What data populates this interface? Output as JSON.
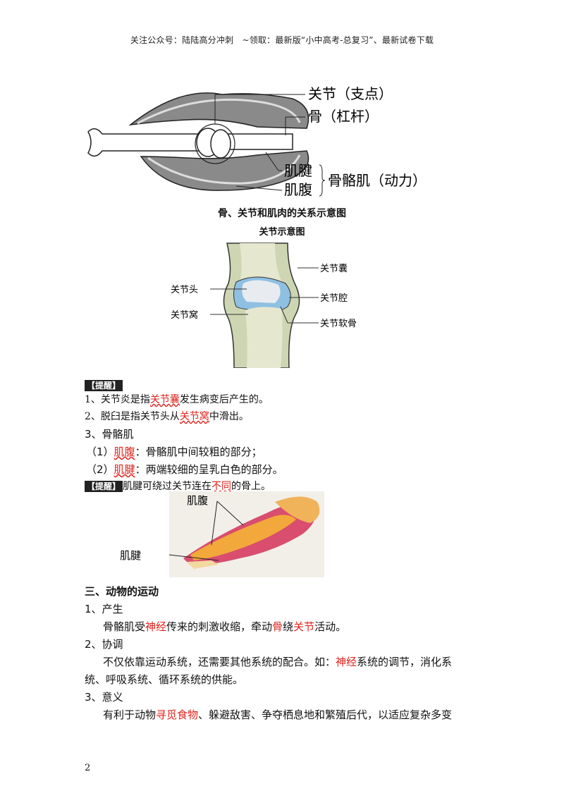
{
  "header": {
    "text": "关注公众号：陆陆高分冲刺　~领取：最新版“小中高考-总复习”、最新试卷下载"
  },
  "figure1": {
    "labels": {
      "joint": "关节（支点）",
      "bone": "骨（杠杆）",
      "tendon": "肌腱",
      "belly": "肌腹",
      "muscle": "骨骼肌（动力）"
    },
    "caption": "骨、关节和肌肉的关系示意图"
  },
  "figure2": {
    "title": "关节示意图",
    "labels": {
      "capsule": "关节囊",
      "head": "关节头",
      "cavity": "关节腔",
      "socket": "关节窝",
      "cartilage": "关节软骨"
    }
  },
  "reminder1": {
    "tag": "【提醒】",
    "item1": {
      "prefix": "1、关节炎是指",
      "highlight": "关节囊",
      "suffix": "发生病变后产生的。"
    },
    "item2": {
      "prefix": "2、脱臼是指关节头从",
      "highlight": "关节窝",
      "suffix": "中滑出。"
    }
  },
  "muscle": {
    "heading": "3、骨骼肌",
    "item1": {
      "prefix": "（1）",
      "highlight": "肌腹",
      "suffix": "：骨骼肌中间较粗的部分；"
    },
    "item2": {
      "prefix": "（2）",
      "highlight": "肌腱",
      "suffix": "：两端较细的呈乳白色的部分。"
    }
  },
  "reminder2": {
    "tag": "【提醒】",
    "prefix": "肌腱可绕过关节连在",
    "highlight": "不同",
    "suffix": "的骨上。"
  },
  "figure3": {
    "labels": {
      "belly": "肌腹",
      "tendon": "肌腱"
    }
  },
  "section3": {
    "heading": "三、动物的运动",
    "s1": {
      "heading": "1、产生",
      "p1": "骨骼肌受",
      "h1": "神经",
      "p2": "传来的刺激收缩，牵动",
      "h2": "骨",
      "p3": "绕",
      "h3": "关节",
      "p4": "活动。"
    },
    "s2": {
      "heading": "2、协调",
      "p1": "不仅依靠运动系统，还需要其他系统的配合。如：",
      "h1": "神经",
      "p2": "系统的调节，消化系",
      "line2": "统、呼吸系统、循环系统的供能。"
    },
    "s3": {
      "heading": "3、意义",
      "p1": "有利于动物",
      "h1": "寻觅食物",
      "p2": "、躲避敌害、争夺栖息地和繁殖后代，以适应复杂多变"
    }
  },
  "page_number": "2"
}
